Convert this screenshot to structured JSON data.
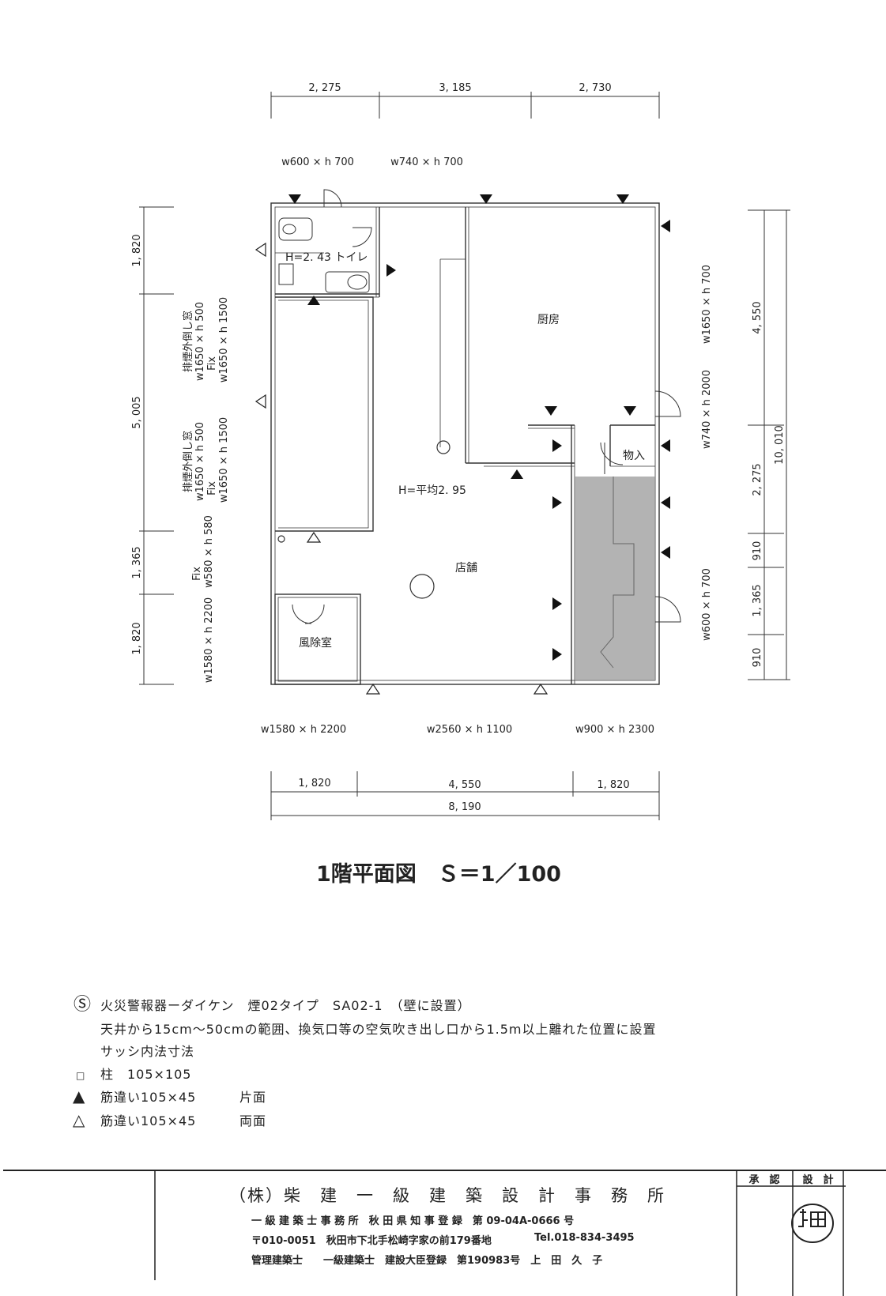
{
  "dimensions": {
    "top": [
      "2, 275",
      "3, 185",
      "2, 730"
    ],
    "bottom_parts": [
      "1, 820",
      "4, 550",
      "1, 820"
    ],
    "bottom_total": "8, 190",
    "left": [
      "1, 820",
      "5, 005",
      "1, 365",
      "1, 820"
    ],
    "right": [
      "4, 550",
      "2, 275",
      "910",
      "1, 365",
      "910"
    ],
    "right_total": "10, 010"
  },
  "openings": {
    "top_1": "w600 × h 700",
    "top_2": "w740 × h 700",
    "bottom_1": "w1580 × h 2200",
    "bottom_2": "w2560 × h 1100",
    "bottom_3": "w900 × h 2300",
    "left_a_1": "排煙外倒し窓",
    "left_a_2": "w1650 × h 500",
    "left_a_3": "Fix",
    "left_a_4": "w1650 × h 1500",
    "left_b_1": "排煙外倒し窓",
    "left_b_2": "w1650 × h 500",
    "left_b_3": "Fix",
    "left_b_4": "w1650 × h 1500",
    "left_c_1": "Fix",
    "left_c_2": "w580 × h 580",
    "left_d": "w1580 × h 2200",
    "right_1": "w1650 × h 700",
    "right_2": "w740 × h 2000",
    "right_3": "w600 × h 700"
  },
  "rooms": {
    "toilet": "H=2. 43  トイレ",
    "kitchen": "厨房",
    "storage": "物入",
    "ceiling": "H=平均2. 95",
    "shop": "店舗",
    "vestibule": "風除室"
  },
  "drawing_title": "1階平面図　Ｓ＝1／100",
  "legend": {
    "smoke_symbol": "Ⓢ",
    "smoke_1": "火災警報器ーダイケン　煙02タイプ　SA02-1　（壁に設置）",
    "smoke_2": "天井から15cm～50cmの範囲、換気口等の空気吹き出し口から1.5m以上離れた位置に設置",
    "smoke_3": "サッシ内法寸法",
    "column_symbol": "□",
    "column": "柱　105×105",
    "brace_single_symbol": "▲",
    "brace_single": "筋違い105×45",
    "brace_single_note": "片面",
    "brace_double_symbol": "△",
    "brace_double": "筋違い105×45",
    "brace_double_note": "両面"
  },
  "title_block": {
    "office": "（株）柴　建　一　級　建　築　設　計　事　務　所",
    "registration": "一 級 建 築 士 事 務 所　秋 田 県 知 事 登 録　第 09-04A-0666 号",
    "address": "〒010-0051　秋田市下北手松崎字家の前179番地",
    "tel": "Tel.018-834-3495",
    "architect": "管理建築士　　一級建築士　建設大臣登録　第190983号　上　田　久　子",
    "approval": "承　認",
    "design": "設　計",
    "stamp": "上田"
  }
}
